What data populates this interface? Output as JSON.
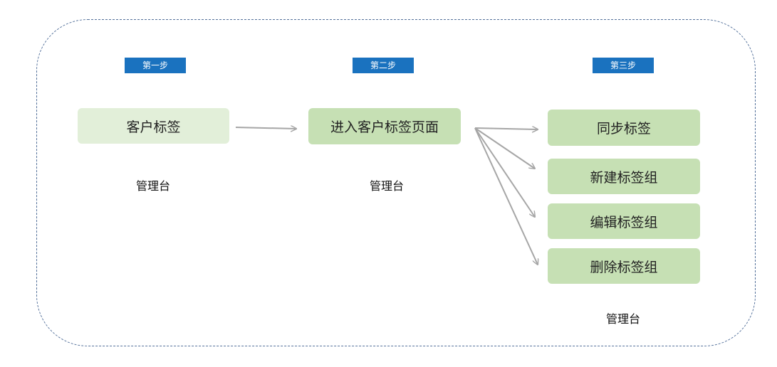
{
  "steps": [
    {
      "label": "第一步",
      "nodes": [
        "客户标签"
      ],
      "caption": "管理台"
    },
    {
      "label": "第二步",
      "nodes": [
        "进入客户标签页面"
      ],
      "caption": "管理台"
    },
    {
      "label": "第三步",
      "nodes": [
        "同步标签",
        "新建标签组",
        "编辑标签组",
        "删除标签组"
      ],
      "caption": "管理台"
    }
  ],
  "colors": {
    "frame_border": "#53709a",
    "step_label_bg": "#1a72bf",
    "node_light": "#e2efd9",
    "node_mid": "#c6e0b4",
    "arrow": "#a6a6a6"
  }
}
